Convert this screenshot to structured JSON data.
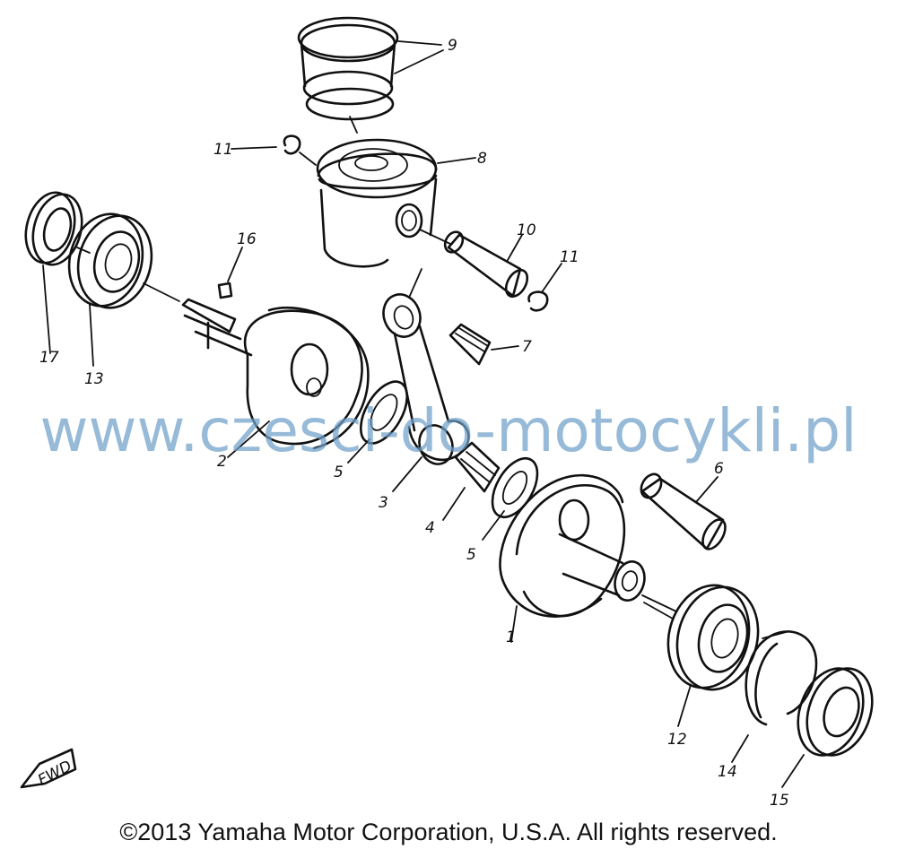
{
  "watermark": "www.czesci-do-motocykli.pl",
  "copyright": "©2013 Yamaha Motor Corporation, U.S.A. All rights reserved.",
  "fwd_label": "FWD",
  "callouts": {
    "c1": "1",
    "c2": "2",
    "c3": "3",
    "c4": "4",
    "c5a": "5",
    "c5b": "5",
    "c6": "6",
    "c7": "7",
    "c8": "8",
    "c9": "9",
    "c10": "10",
    "c11a": "11",
    "c11b": "11",
    "c12": "12",
    "c13": "13",
    "c14": "14",
    "c15": "15",
    "c16": "16",
    "c17": "17"
  }
}
